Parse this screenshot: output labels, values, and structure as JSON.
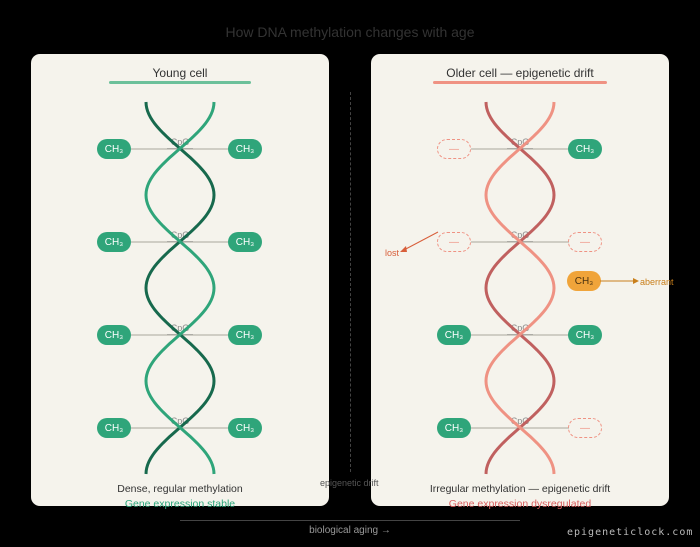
{
  "title": "How DNA methylation changes with age",
  "young": {
    "title": "Young cell",
    "caption": "Dense, regular methylation",
    "subcaption": "Gene expression stable",
    "rows": [
      {
        "left": "m",
        "right": "m"
      },
      {
        "left": "m",
        "right": "m"
      },
      {
        "left": "m",
        "right": "m"
      },
      {
        "left": "m",
        "right": "m"
      }
    ]
  },
  "old": {
    "title": "Older cell — epigenetic drift",
    "caption": "Irregular methylation — epigenetic drift",
    "subcaption": "Gene expression dysregulated",
    "rows": [
      {
        "left": "u",
        "right": "m"
      },
      {
        "left": "u",
        "right": "u"
      },
      {
        "left": "m",
        "right": "m"
      },
      {
        "left": "m",
        "right": "u"
      }
    ],
    "lost_label": "lost",
    "aberrant_label": "aberrant"
  },
  "labels": {
    "methyl": "CH₃",
    "unmethylated": "—",
    "cpg": "CpG"
  },
  "drift_label": "epigenetic drift",
  "axis_label": "biological aging →",
  "watermark": "epigeneticlock.com",
  "colors": {
    "young_strand_dark": "#17694d",
    "young_strand_light": "#2fa57a",
    "old_strand_dark": "#c0605f",
    "old_strand_light": "#ef9283",
    "methyl": "#2fa57a",
    "aberrant": "#f0a43a"
  }
}
